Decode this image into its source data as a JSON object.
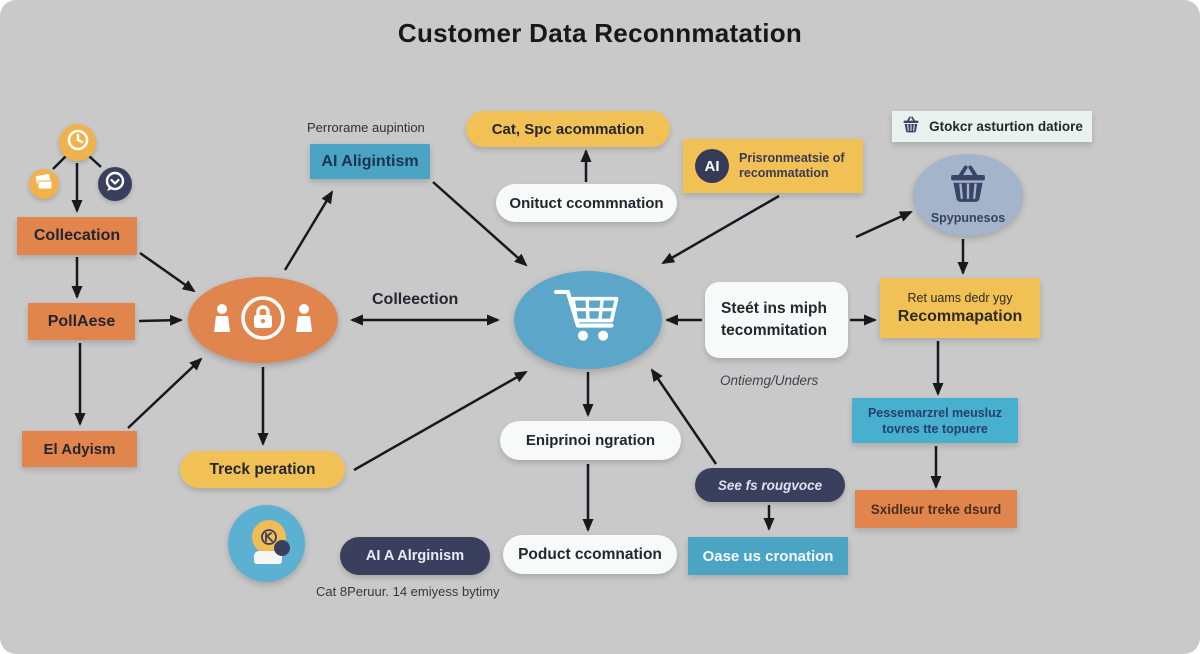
{
  "title": "Customer Data Reconnmatation",
  "annotations": {
    "perrorame": "Perrorame aupintion",
    "colleection": "Colleection",
    "ontiemg": "Ontiemg/Unders",
    "caption_bottom": "Cat 8Peruur. 14 emiyess bytimy"
  },
  "nodes": {
    "collecation": "Collecation",
    "pollaese": "PollAese",
    "el_adyism": "El Adyism",
    "ai_aligintism": "AI Aligintism",
    "cat_spc": "Cat, Spc acommation",
    "onituct": "Onituct ccommnation",
    "ai_badge": "AI",
    "prisron_line1": "Prisronmeatsie of",
    "prisron_line2": "recommatation",
    "gtokr": "Gtokcr asturtion datiore",
    "sypunesos": "Spypunesos",
    "steet_line1": "Steét ins miph",
    "steet_line2": "tecommitation",
    "ret_line1": "Ret uams dedr ygy",
    "ret_line2": "Recommapation",
    "pesse_line1": "Pessemarzrel meusluz",
    "pesse_line2": "tovres tte topuere",
    "sxidleur": "Sxidleur treke dsurd",
    "see_fs": "See fs rougvoce",
    "oase": "Oase us cronation",
    "eniprinoi": "Eniprinoi ngration",
    "poduct": "Poduct ccomnation",
    "ai_a_alrginism": "AI A Alrginism",
    "treck": "Treck peration"
  },
  "icons": [
    "clock-icon",
    "money-icon",
    "chat-check-icon",
    "users-lock-icon",
    "shopping-cart-icon",
    "basket-icon",
    "ai-badge",
    "avatar-coin-icon"
  ],
  "colors": {
    "background": "#c9c9ca",
    "orange": "#e2854d",
    "yellow": "#f2c155",
    "blue": "#5ba6c9",
    "teal": "#47b0cf",
    "navy": "#3a3f5e",
    "slate_circle": "#a4b4ca",
    "white_pill": "#f7faf8",
    "arrow": "#17191d"
  }
}
